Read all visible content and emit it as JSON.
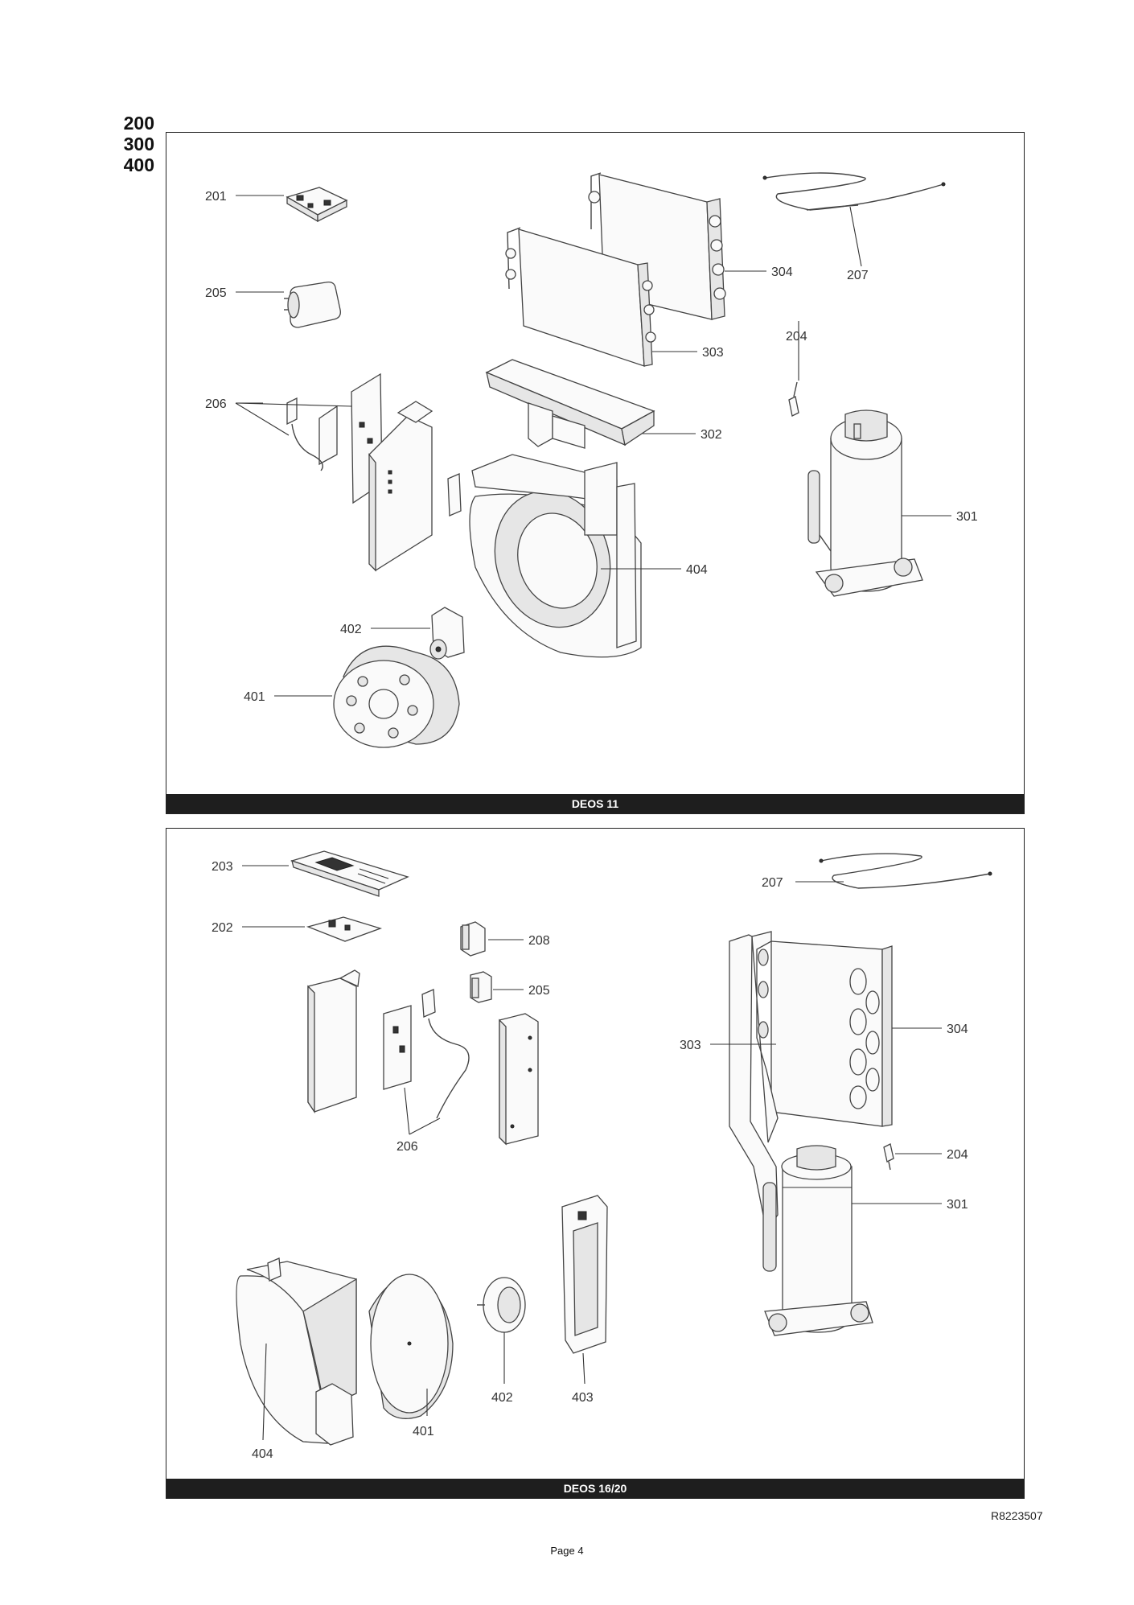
{
  "section_codes": [
    "200",
    "300",
    "400"
  ],
  "panel1": {
    "title": "DEOS 11",
    "labels": {
      "l201": "201",
      "l205": "205",
      "l206": "206",
      "l207": "207",
      "l204": "204",
      "l304": "304",
      "l303": "303",
      "l302": "302",
      "l301": "301",
      "l404": "404",
      "l402": "402",
      "l401": "401"
    }
  },
  "panel2": {
    "title": "DEOS 16/20",
    "labels": {
      "l203": "203",
      "l202": "202",
      "l208": "208",
      "l205": "205",
      "l207": "207",
      "l206": "206",
      "l303": "303",
      "l304": "304",
      "l204": "204",
      "l301": "301",
      "l404": "404",
      "l401": "401",
      "l402": "402",
      "l403": "403"
    }
  },
  "doc_ref": "R8223507",
  "page_label": "Page 4"
}
